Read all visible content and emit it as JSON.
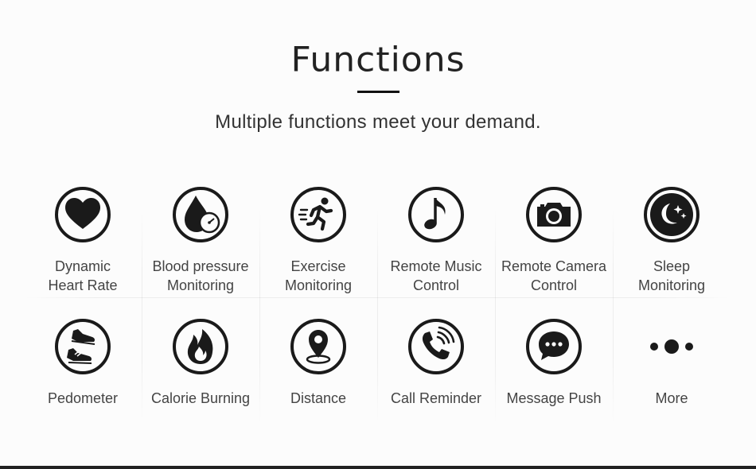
{
  "header": {
    "title": "Functions",
    "subtitle": "Multiple functions meet your demand."
  },
  "features": [
    {
      "icon": "heart-icon",
      "line1": "Dynamic",
      "line2": "Heart Rate"
    },
    {
      "icon": "blood-pressure-icon",
      "line1": "Blood pressure",
      "line2": "Monitoring"
    },
    {
      "icon": "running-icon",
      "line1": "Exercise",
      "line2": "Monitoring"
    },
    {
      "icon": "music-note-icon",
      "line1": "Remote Music",
      "line2": "Control"
    },
    {
      "icon": "camera-icon",
      "line1": "Remote Camera",
      "line2": "Control"
    },
    {
      "icon": "moon-stars-icon",
      "line1": "Sleep",
      "line2": "Monitoring"
    },
    {
      "icon": "sneakers-icon",
      "line1": "Pedometer",
      "line2": ""
    },
    {
      "icon": "flame-icon",
      "line1": "Calorie Burning",
      "line2": ""
    },
    {
      "icon": "location-pin-icon",
      "line1": "Distance",
      "line2": ""
    },
    {
      "icon": "phone-call-icon",
      "line1": "Call Reminder",
      "line2": ""
    },
    {
      "icon": "chat-bubble-icon",
      "line1": "Message Push",
      "line2": ""
    },
    {
      "icon": "more-dots-icon",
      "line1": "More",
      "line2": ""
    }
  ]
}
